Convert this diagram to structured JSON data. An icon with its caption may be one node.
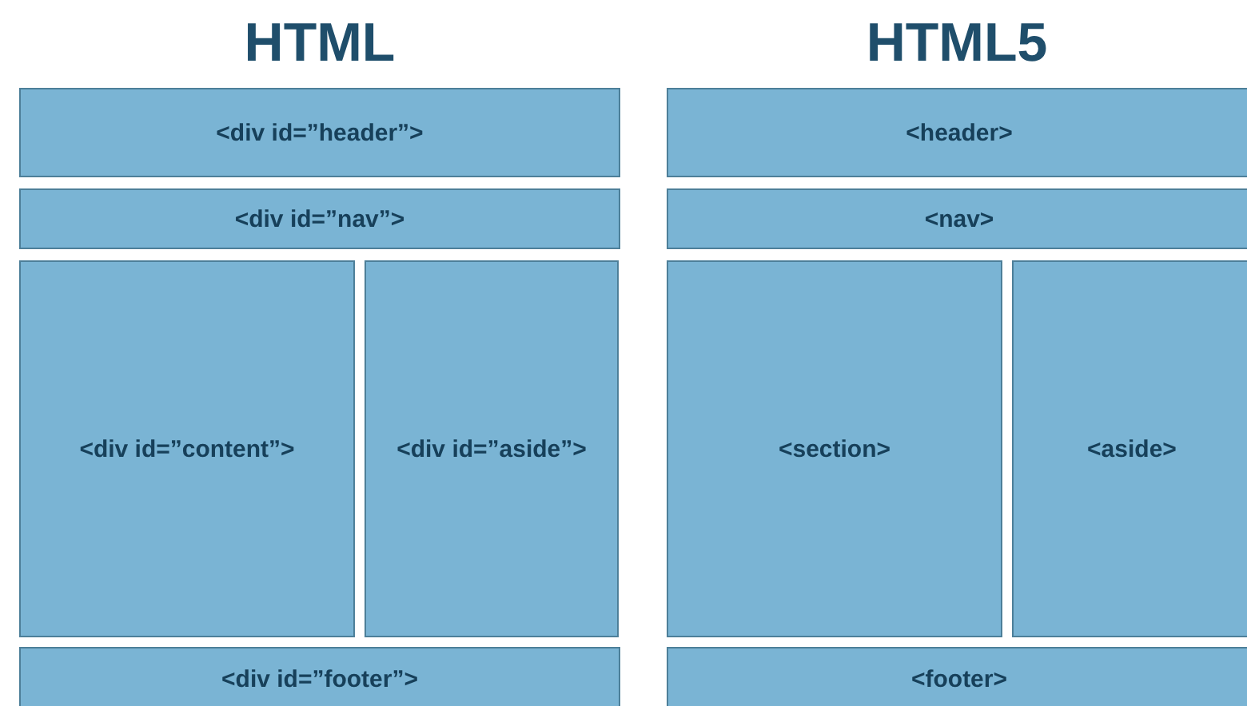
{
  "diagram": {
    "nodes": [
      {
        "text": [
          "<div id=”header”>"
        ]
      },
      {
        "text": [
          "<div id=”nav”>"
        ]
      },
      {
        "text": [
          "<div id=”content”>"
        ]
      },
      {
        "text": [
          "<div id=”aside”>"
        ]
      },
      {
        "text": [
          "<div id=”footer”>"
        ]
      },
      {
        "text": [
          "<header>"
        ]
      },
      {
        "text": [
          "<nav>"
        ]
      },
      {
        "text": [
          "<section>"
        ]
      },
      {
        "text": [
          "<aside>"
        ]
      },
      {
        "text": [
          "<footer>"
        ]
      }
    ],
    "edges": [],
    "labels": [
      "HTML",
      "HTML5"
    ]
  }
}
